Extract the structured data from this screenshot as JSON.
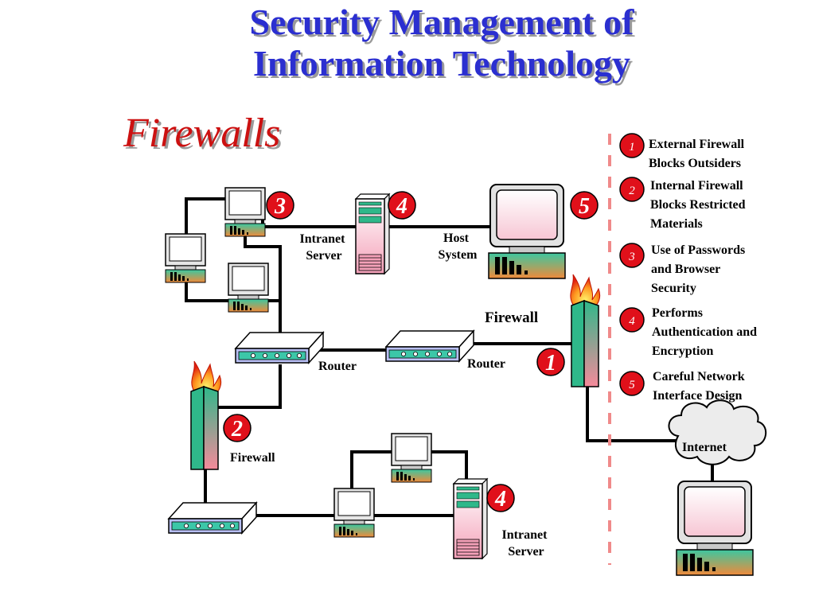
{
  "title_line1": "Security Management of",
  "title_line2": "Information Technology",
  "subtitle": "Firewalls",
  "diagram": {
    "labels": {
      "intranet_server_top": "Intranet\nServer",
      "host_system": "Host\nSystem",
      "firewall_right": "Firewall",
      "router_left": "Router",
      "router_right": "Router",
      "firewall_left": "Firewall",
      "internet": "Internet",
      "intranet_server_bottom": "Intranet\nServer"
    },
    "badges": {
      "b3": "3",
      "b4_top": "4",
      "b5": "5",
      "b1": "1",
      "b2": "2",
      "b4_bottom": "4"
    }
  },
  "legend": [
    {
      "num": "1",
      "text": "External Firewall\nBlocks Outsiders"
    },
    {
      "num": "2",
      "text": "Internal Firewall\nBlocks Restricted\nMaterials"
    },
    {
      "num": "3",
      "text": "Use of Passwords\nand Browser\nSecurity"
    },
    {
      "num": "4",
      "text": "Performs\nAuthentication and\nEncryption"
    },
    {
      "num": "5",
      "text": "Careful Network\nInterface Design"
    }
  ],
  "colors": {
    "title": "#2b2fd0",
    "subtitle": "#cc1111",
    "badge": "#e0101a",
    "divider": "#f08a8a"
  }
}
